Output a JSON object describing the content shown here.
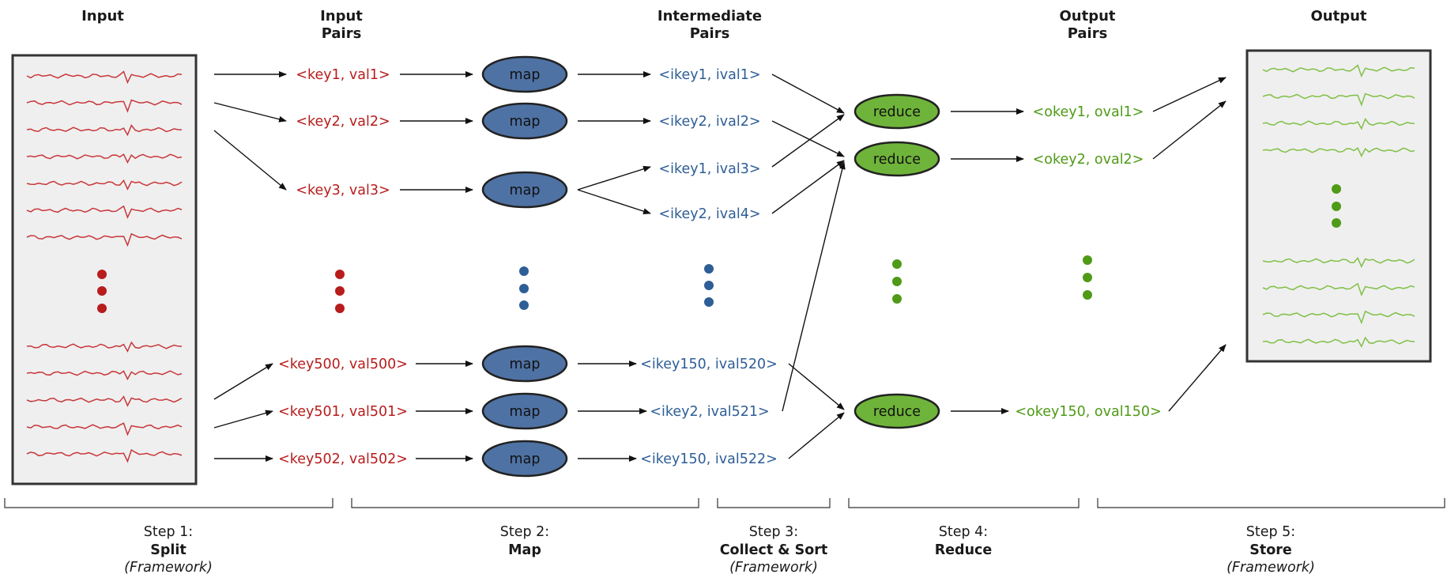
{
  "headers": {
    "input": "Input",
    "input_pairs_1": "Input",
    "input_pairs_2": "Pairs",
    "intermediate_1": "Intermediate",
    "intermediate_2": "Pairs",
    "output_pairs_1": "Output",
    "output_pairs_2": "Pairs",
    "output": "Output"
  },
  "input_pairs": [
    "<key1, val1>",
    "<key2, val2>",
    "<key3, val3>",
    "<key500, val500>",
    "<key501, val501>",
    "<key502, val502>"
  ],
  "map_label": "map",
  "intermediate_pairs": [
    "<ikey1, ival1>",
    "<ikey2, ival2>",
    "<ikey1, ival3>",
    "<ikey2, ival4>",
    "<ikey150, ival520>",
    "<ikey2, ival521>",
    "<ikey150, ival522>"
  ],
  "reduce_label": "reduce",
  "output_pairs": [
    "<okey1, oval1>",
    "<okey2, oval2>",
    "<okey150, oval150>"
  ],
  "steps": [
    {
      "label": "Step 1:",
      "name": "Split",
      "note": "(Framework)"
    },
    {
      "label": "Step 2:",
      "name": "Map",
      "note": ""
    },
    {
      "label": "Step 3:",
      "name": "Collect & Sort",
      "note": "(Framework)"
    },
    {
      "label": "Step 4:",
      "name": "Reduce",
      "note": ""
    },
    {
      "label": "Step 5:",
      "name": "Store",
      "note": "(Framework)"
    }
  ],
  "colors": {
    "input": "#b81c1c",
    "intermediate": "#2e5e96",
    "output": "#4f9a16",
    "map_fill": "#4f72a4",
    "reduce_fill": "#6fb43a"
  }
}
